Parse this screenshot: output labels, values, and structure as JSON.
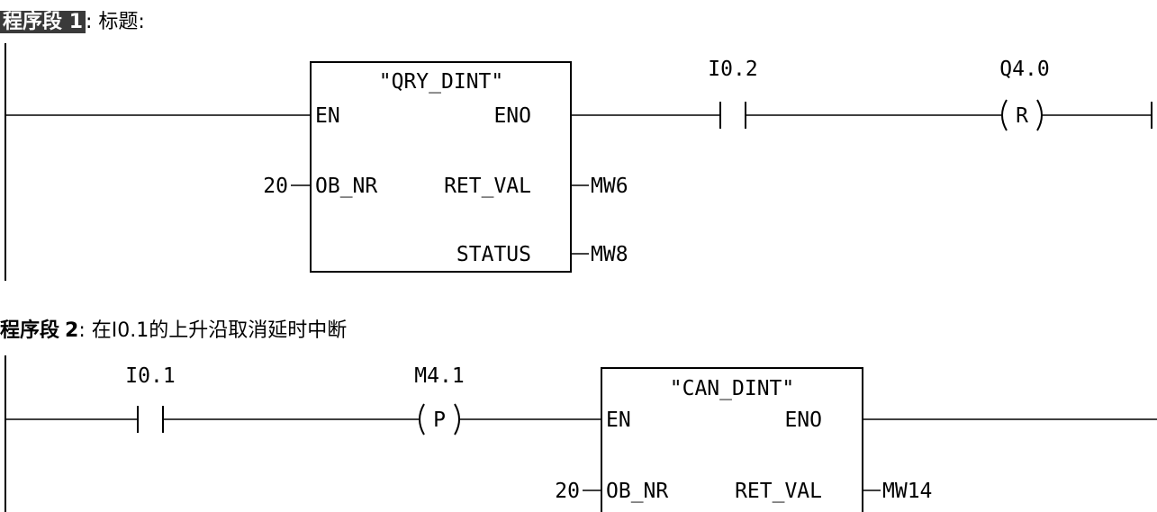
{
  "network1": {
    "header_label": "程序段",
    "header_number": "1",
    "header_title": ": 标题:",
    "block": {
      "name": "\"QRY_DINT\"",
      "pin_en": "EN",
      "pin_eno": "ENO",
      "pin_ob_nr": "OB_NR",
      "pin_ret_val": "RET_VAL",
      "pin_status": "STATUS",
      "ob_nr_value": "20",
      "ret_val_operand": "MW6",
      "status_operand": "MW8"
    },
    "contact": {
      "address": "I0.2",
      "type": "normally-open"
    },
    "coil": {
      "address": "Q4.0",
      "symbol": "R"
    }
  },
  "network2": {
    "header_label": "程序段",
    "header_number": "2",
    "header_title": ": 在I0.1的上升沿取消延时中断",
    "contact": {
      "address": "I0.1",
      "type": "normally-open"
    },
    "edge": {
      "address": "M4.1",
      "symbol": "P"
    },
    "block": {
      "name": "\"CAN_DINT\"",
      "pin_en": "EN",
      "pin_eno": "ENO",
      "pin_ob_nr": "OB_NR",
      "pin_ret_val": "RET_VAL",
      "ob_nr_value": "20",
      "ret_val_operand": "MW14"
    }
  }
}
